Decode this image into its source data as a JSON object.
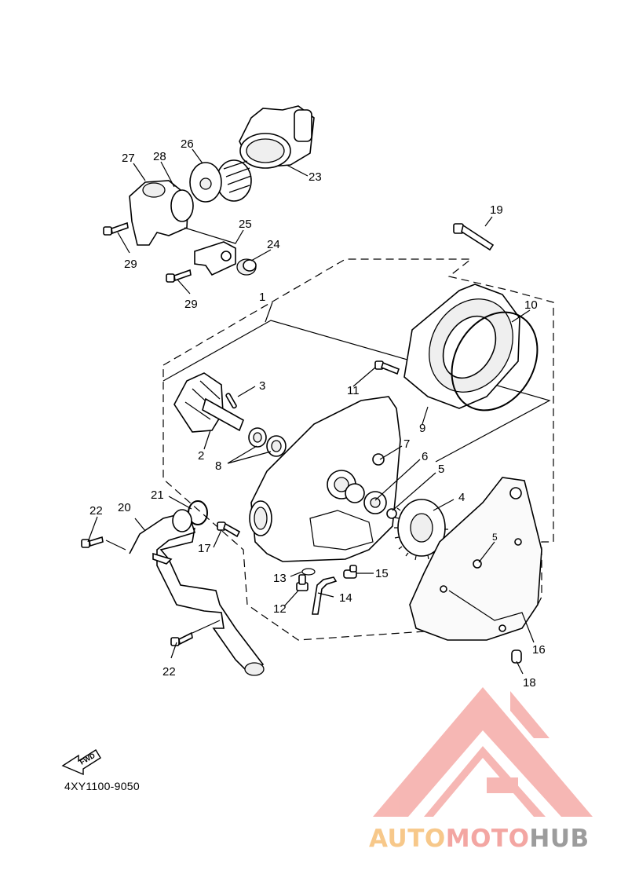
{
  "diagram": {
    "ref_code": "4XY1100-9050",
    "direction_label": "FWD",
    "callouts": [
      "1",
      "2",
      "3",
      "4",
      "5",
      "6",
      "7",
      "8",
      "9",
      "10",
      "11",
      "12",
      "13",
      "14",
      "15",
      "16",
      "17",
      "18",
      "19",
      "20",
      "21",
      "22",
      "22",
      "23",
      "24",
      "25",
      "26",
      "27",
      "28",
      "29",
      "29",
      "5"
    ]
  },
  "watermark": {
    "part1": "AUTO",
    "part2": "MOTO",
    "part3": "HUB",
    "colors": {
      "auto": "#f7c88a",
      "moto": "#f3a6a2",
      "hub": "#9c9c9c",
      "logo": "#f4a09b"
    }
  }
}
